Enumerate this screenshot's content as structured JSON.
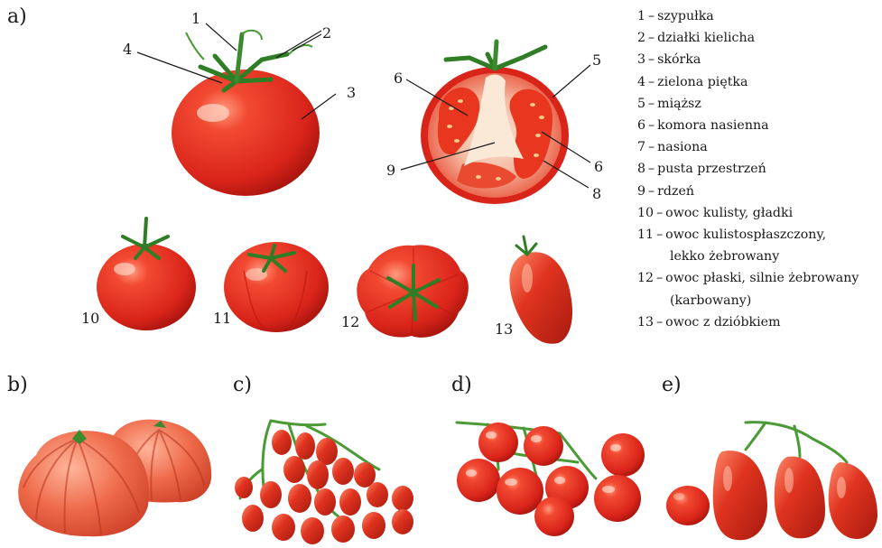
{
  "section_labels": {
    "a": "a)",
    "b": "b)",
    "c": "c)",
    "d": "d)",
    "e": "e)"
  },
  "callouts": {
    "n1": "1",
    "n2": "2",
    "n3": "3",
    "n4": "4",
    "n5": "5",
    "n6a": "6",
    "n6b": "6",
    "n8": "8",
    "n9": "9",
    "n10": "10",
    "n11": "11",
    "n12": "12",
    "n13": "13"
  },
  "legend": [
    {
      "num": "1",
      "text": "szypułka"
    },
    {
      "num": "2",
      "text": "działki kielicha"
    },
    {
      "num": "3",
      "text": "skórka"
    },
    {
      "num": "4",
      "text": "zielona piętka"
    },
    {
      "num": "5",
      "text": "miąższ"
    },
    {
      "num": "6",
      "text": "komora nasienna"
    },
    {
      "num": "7",
      "text": "nasiona"
    },
    {
      "num": "8",
      "text": "pusta przestrzeń"
    },
    {
      "num": "9",
      "text": "rdzeń"
    },
    {
      "num": "10",
      "text": "owoc kulisty, gładki"
    },
    {
      "num": "11",
      "text": "owoc kulistospłaszczony,",
      "cont": "lekko żebrowany"
    },
    {
      "num": "12",
      "text": "owoc płaski, silnie żebrowany",
      "cont": "(karbowany)"
    },
    {
      "num": "13",
      "text": "owoc z dzióbkiem"
    }
  ],
  "colors": {
    "tomato_red": "#e0281c",
    "tomato_dark": "#b8160e",
    "tomato_highlight": "#ff8a70",
    "flesh": "#f4a08a",
    "core": "#fbe7d8",
    "calyx_green": "#3c8a2e"
  }
}
